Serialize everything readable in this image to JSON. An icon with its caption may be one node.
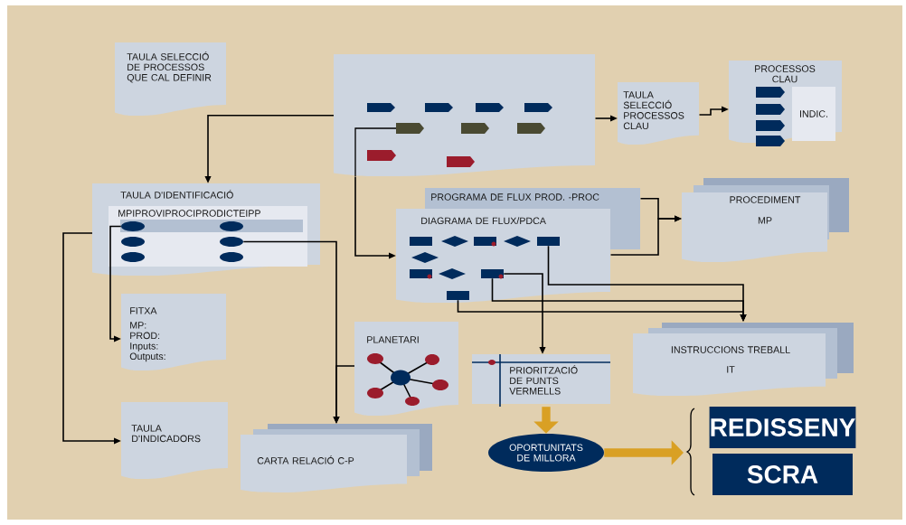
{
  "diagram": {
    "nodes": [
      {
        "text": [
          "TAULA SELECCIÓ DE PROCESSOS QUE CAL DEFINIR"
        ]
      },
      {
        "text": [],
        "shape": "box"
      },
      {
        "text": [
          "TAULA SELECCIÓ PROCESSOS CLAU"
        ]
      },
      {
        "text": [
          "PROCESSOS CLAU"
        ]
      },
      {
        "text": [
          "INDIC."
        ],
        "in": 3
      },
      {
        "text": [
          "TAULA D'IDENTIFICACIÓ"
        ]
      },
      {
        "text": [
          "MPIPROVIPROCIPRODICTEIPP"
        ],
        "in": 5
      },
      {
        "text": [],
        "shape": "ellipse",
        "in": 6
      },
      {
        "text": [],
        "shape": "ellipse",
        "in": 6
      },
      {
        "text": [],
        "shape": "ellipse",
        "in": 6
      },
      {
        "text": [],
        "shape": "ellipse",
        "in": 6
      },
      {
        "text": [],
        "shape": "ellipse",
        "in": 6
      },
      {
        "text": [],
        "shape": "ellipse",
        "in": 6
      },
      {
        "text": [
          "FITXA",
          "MP: PROD: Inputs: Outputs:"
        ]
      },
      {
        "text": [
          "TAULA D'INDICADORS"
        ]
      },
      {
        "text": [
          "PROGRAMA DE FLUX PROD. -PROC"
        ]
      },
      {
        "text": [
          "DIAGRAMA DE FLUX/PDCA"
        ]
      },
      {
        "text": [],
        "shape": "box",
        "in": 16
      },
      {
        "text": [],
        "shape": "box",
        "in": 16
      },
      {
        "text": [],
        "shape": "box",
        "in": 16
      },
      {
        "text": [
          "PROCEDIMENT",
          "MP"
        ]
      },
      {
        "text": [
          "PLANETARI"
        ]
      },
      {
        "text": [
          "CARTA RELACIÓ C-P"
        ]
      },
      {
        "text": [
          "PRIORITZACIÓ DE PUNTS VERMELLS"
        ]
      },
      {
        "text": [
          "INSTRUCCIONS TREBALL",
          "IT"
        ]
      },
      {
        "text": [
          "OPORTUNITATS DE MILLORA"
        ]
      },
      {
        "text": [],
        "shape": "brace"
      },
      {
        "text": [
          "REDISSENY"
        ]
      },
      {
        "text": [
          "SCRA"
        ]
      }
    ],
    "edges": [
      {
        "from": 1,
        "to": 5,
        "arrow": "to"
      },
      {
        "from": 1,
        "to": 16,
        "arrow": "to"
      },
      {
        "from": 1,
        "to": 2,
        "arrow": "to"
      },
      {
        "from": 2,
        "to": 3,
        "arrow": "to"
      },
      {
        "from": 15,
        "to": 20,
        "arrow": "to"
      },
      {
        "from": 16,
        "to": 20,
        "arrow": "to"
      },
      {
        "from": 5,
        "to": 14,
        "arrow": "to"
      },
      {
        "from": 7,
        "to": 13,
        "arrow": "to"
      },
      {
        "from": 10,
        "to": 22,
        "arrow": "to"
      },
      {
        "from": 21,
        "to": 22,
        "arrow": "to"
      },
      {
        "from": 17,
        "to": 24,
        "arrow": "to"
      },
      {
        "from": 18,
        "to": 24,
        "arrow": "to"
      },
      {
        "from": 19,
        "to": 24,
        "arrow": "to"
      },
      {
        "from": 18,
        "to": 23,
        "arrow": "to"
      },
      {
        "from": 23,
        "to": 25,
        "arrow": "to",
        "style": "thick",
        "color": "#d9a024"
      },
      {
        "from": 25,
        "to": 26,
        "arrow": "to",
        "style": "thick",
        "color": "#d9a024"
      }
    ]
  }
}
